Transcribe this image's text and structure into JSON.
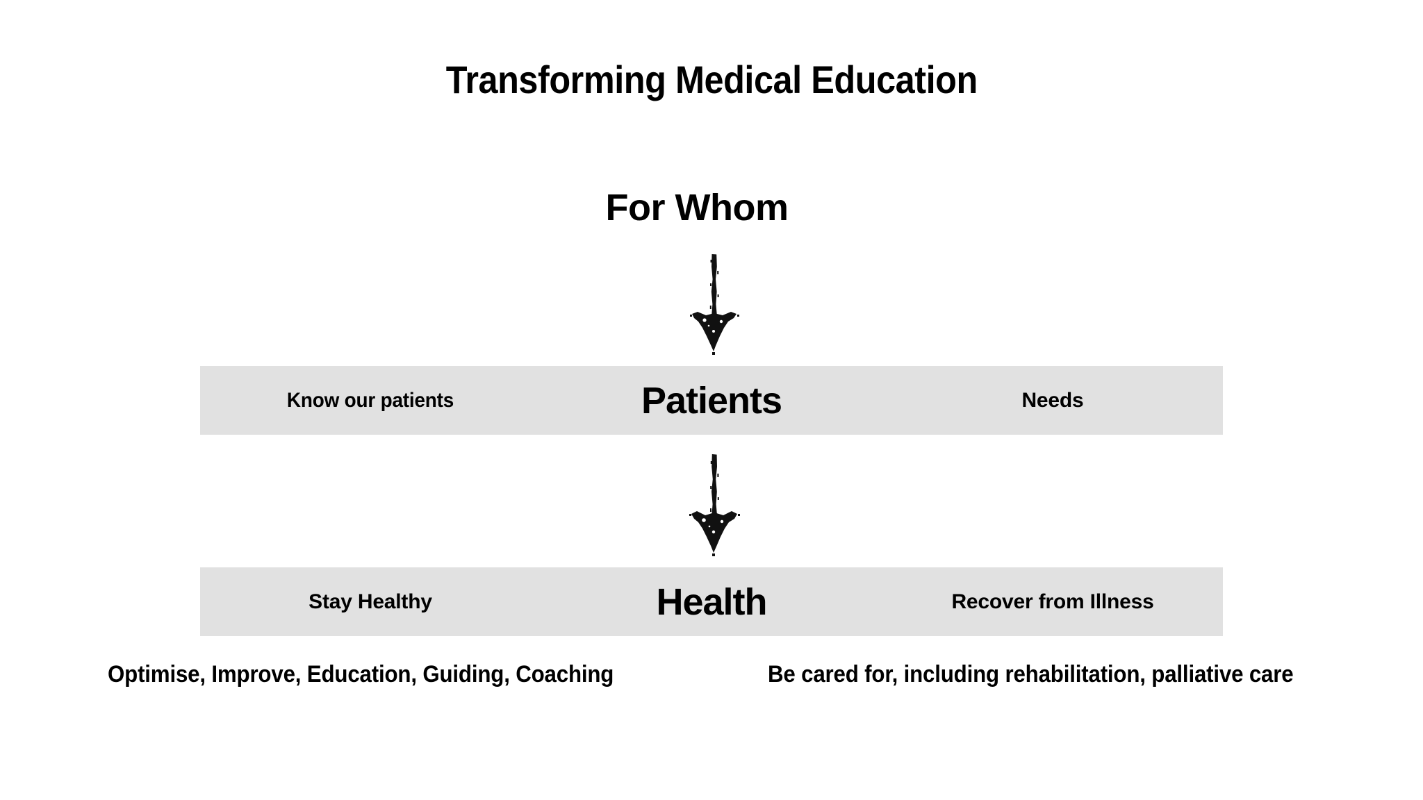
{
  "slide": {
    "title": "Transforming Medical Education",
    "background_color": "#FFFFFF",
    "text_color": "#000000",
    "bar_color": "#E1E1E1"
  },
  "question": {
    "label": "For Whom"
  },
  "arrows": [
    {
      "name": "arrow-for-whom-to-patients",
      "direction": "down",
      "style": "hand-drawn"
    },
    {
      "name": "arrow-patients-to-health",
      "direction": "down",
      "style": "hand-drawn"
    }
  ],
  "rows": [
    {
      "id": "patients",
      "center": "Patients",
      "left": "Know our patients",
      "right": "Needs"
    },
    {
      "id": "health",
      "center": "Health",
      "left": "Stay Healthy",
      "right": "Recover from Illness"
    }
  ],
  "footnotes": {
    "left": "Optimise, Improve, Education, Guiding, Coaching",
    "right": "Be cared for, including rehabilitation, palliative care"
  }
}
